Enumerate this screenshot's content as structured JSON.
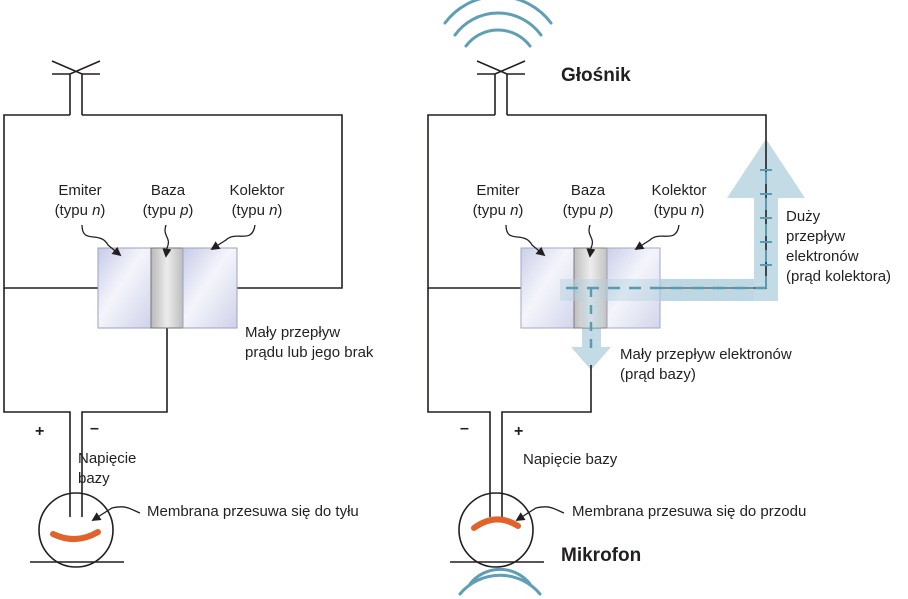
{
  "left": {
    "emitter": {
      "name": "Emiter",
      "type_prefix": "(typu ",
      "type_letter": "n",
      "type_suffix": ")"
    },
    "base": {
      "name": "Baza",
      "type_prefix": "(typu ",
      "type_letter": "p",
      "type_suffix": ")"
    },
    "collector": {
      "name": "Kolektor",
      "type_prefix": "(typu ",
      "type_letter": "n",
      "type_suffix": ")"
    },
    "small_flow_line1": "Mały przepływ",
    "small_flow_line2": "prądu lub jego brak",
    "plus": "+",
    "minus": "–",
    "base_voltage_line1": "Napięcie",
    "base_voltage_line2": "bazy",
    "membrane": "Membrana przesuwa się do tyłu"
  },
  "right": {
    "speaker": "Głośnik",
    "emitter": {
      "name": "Emiter",
      "type_prefix": "(typu ",
      "type_letter": "n",
      "type_suffix": ")"
    },
    "base": {
      "name": "Baza",
      "type_prefix": "(typu ",
      "type_letter": "p",
      "type_suffix": ")"
    },
    "collector": {
      "name": "Kolektor",
      "type_prefix": "(typu ",
      "type_letter": "n",
      "type_suffix": ")"
    },
    "large_flow": [
      "Duży",
      "przepływ",
      "elektronów",
      "(prąd kolektora)"
    ],
    "small_flow_line1": "Mały przepływ elektronów",
    "small_flow_line2": "(prąd bazy)",
    "minus": "–",
    "plus": "+",
    "base_voltage": "Napięcie bazy",
    "membrane": "Membrana przesuwa się do przodu",
    "microphone": "Mikrofon"
  },
  "colors": {
    "wire": "#231f20",
    "arrow_fill": "#b9d5e0",
    "dash": "#5a9bb3",
    "sound_waves": "#5f9fb5",
    "membrane": "#e2622b",
    "crystal_light": "#dcdff0",
    "crystal_base": "#cfcfcf"
  }
}
